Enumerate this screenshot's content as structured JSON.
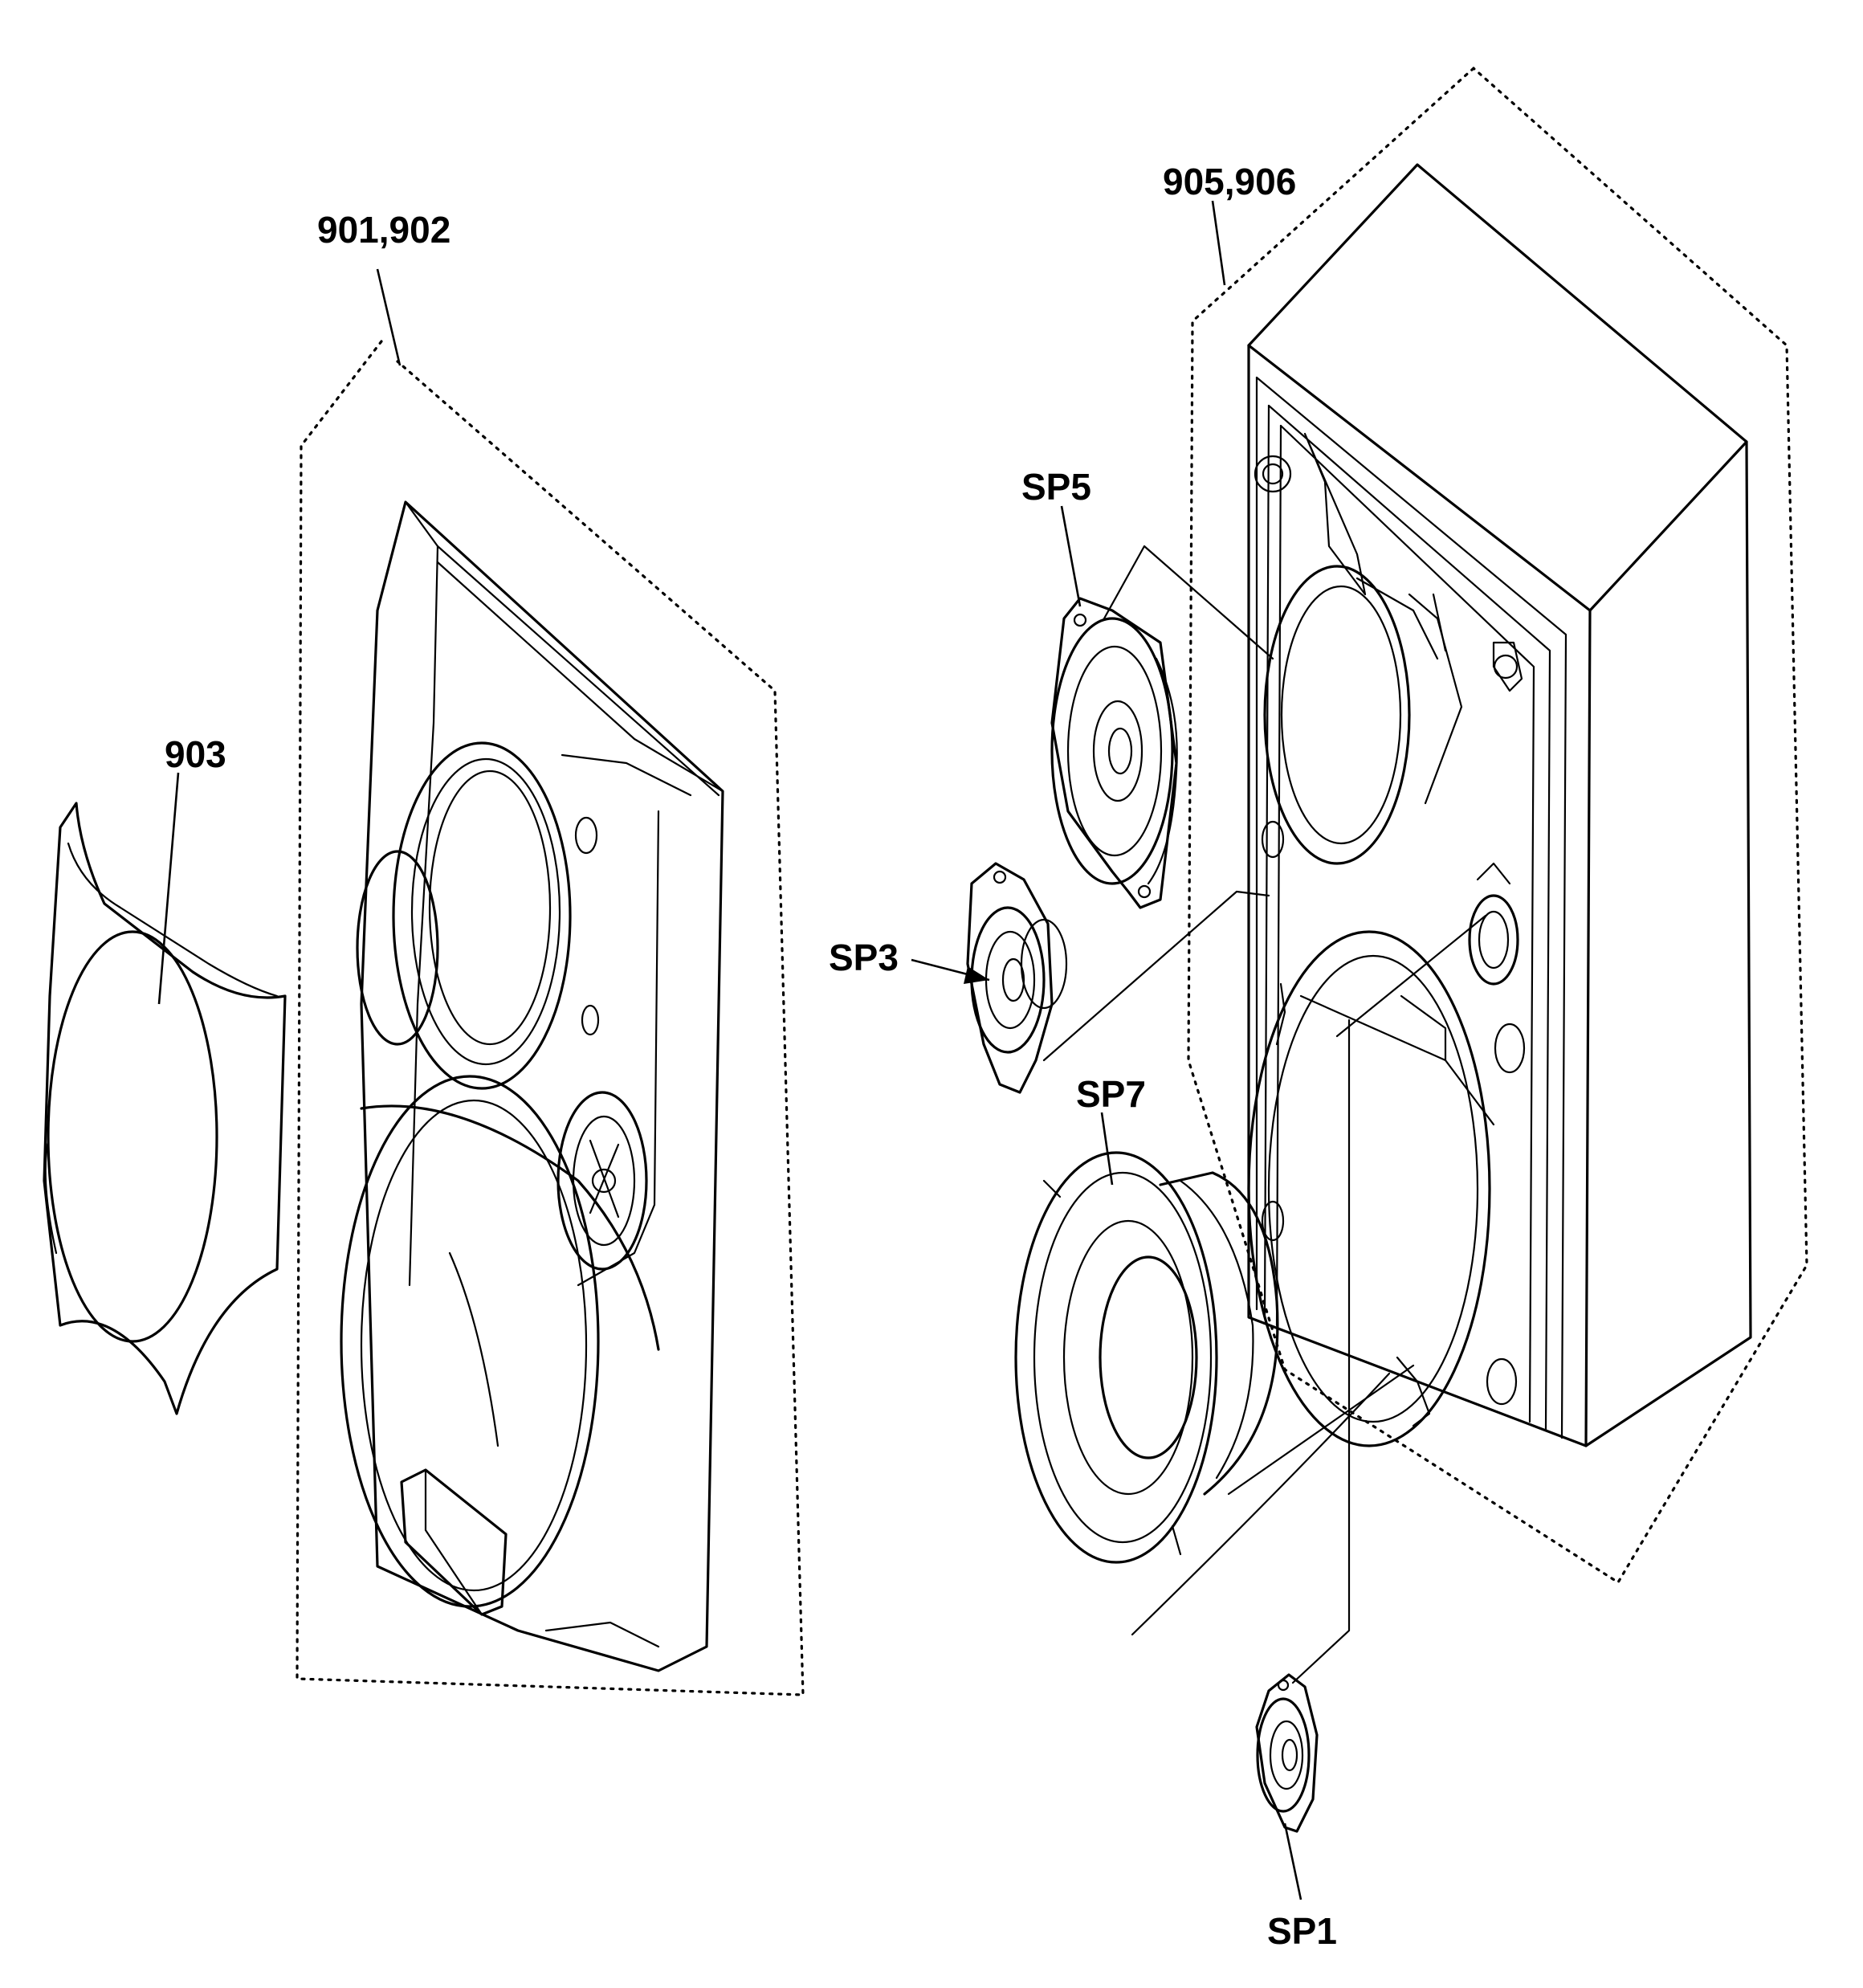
{
  "parts": [
    {
      "id": "cabinet-front",
      "label": "901,902"
    },
    {
      "id": "grille-panel",
      "label": "903"
    },
    {
      "id": "cabinet-rear",
      "label": "905,906"
    },
    {
      "id": "speaker-sp5",
      "label": "SP5"
    },
    {
      "id": "speaker-sp3",
      "label": "SP3"
    },
    {
      "id": "speaker-sp7",
      "label": "SP7"
    },
    {
      "id": "speaker-sp1",
      "label": "SP1"
    }
  ]
}
